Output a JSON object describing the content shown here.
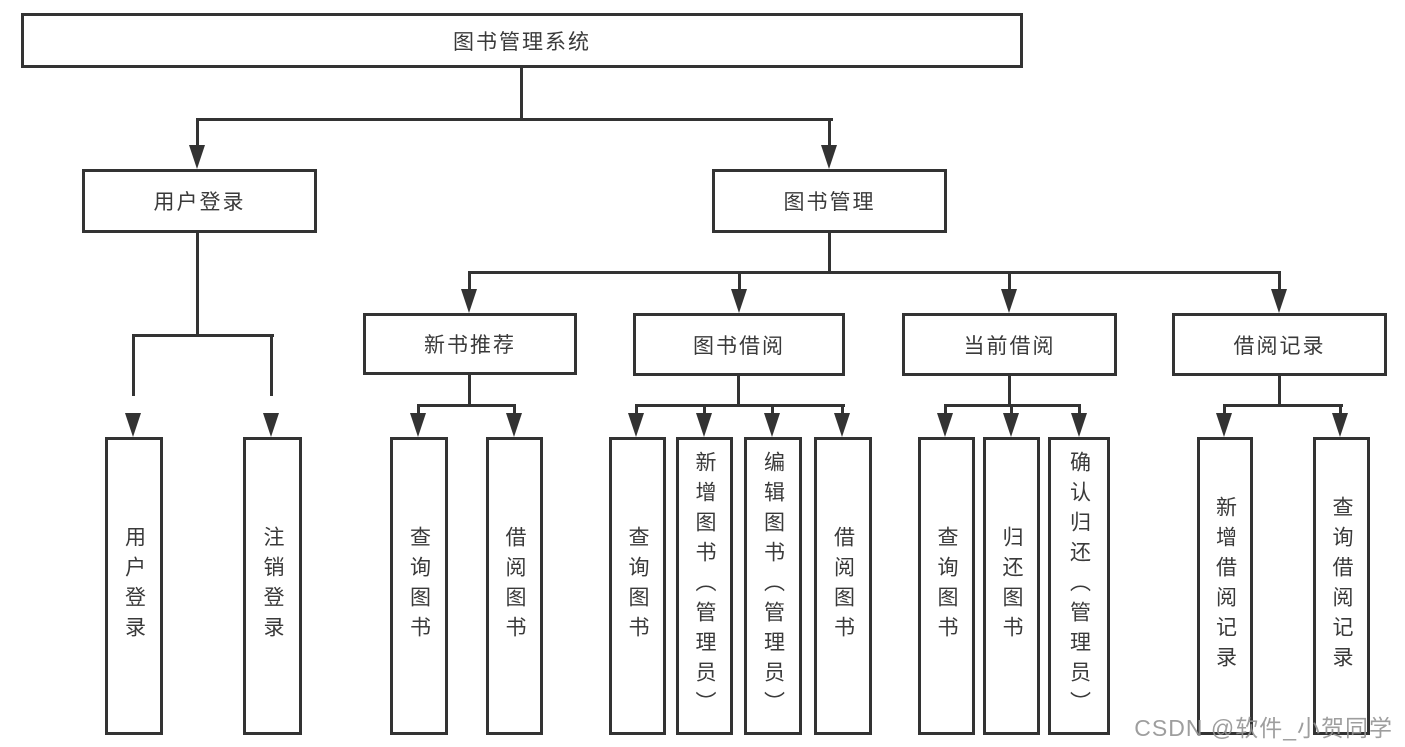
{
  "tree": {
    "root": "图书管理系统",
    "user": {
      "label": "用户登录",
      "children": [
        "用户登录",
        "注销登录"
      ]
    },
    "mgmt": {
      "label": "图书管理",
      "groups": [
        {
          "label": "新书推荐",
          "children": [
            "查询图书",
            "借阅图书"
          ]
        },
        {
          "label": "图书借阅",
          "children": [
            "查询图书",
            "新增图书（管理员）",
            "编辑图书（管理员）",
            "借阅图书"
          ]
        },
        {
          "label": "当前借阅",
          "children": [
            "查询图书",
            "归还图书",
            "确认归还（管理员）"
          ]
        },
        {
          "label": "借阅记录",
          "children": [
            "新增借阅记录",
            "查询借阅记录"
          ]
        }
      ]
    }
  },
  "watermark": "CSDN @软件_小贺同学",
  "colors": {
    "line": "#333333",
    "background": "#ffffff",
    "watermark": "#949494"
  }
}
